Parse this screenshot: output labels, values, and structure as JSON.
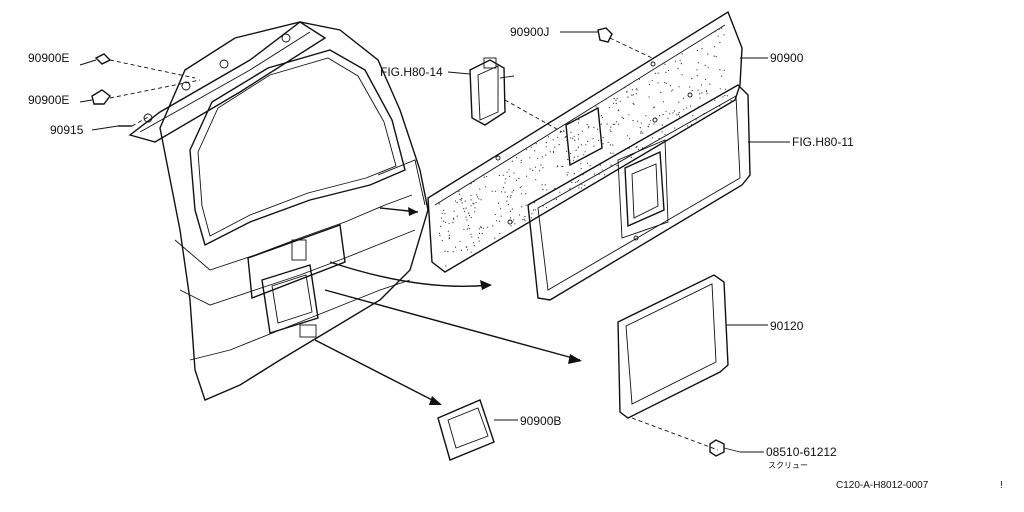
{
  "labels": {
    "clip_e1": "90900E",
    "clip_e2": "90900E",
    "screw_915": "90915",
    "clip_j": "90900J",
    "fig_h80_14": "FIG.H80-14",
    "trim_board": "90900",
    "fig_h80_11": "FIG.H80-11",
    "cover_120": "90120",
    "pad_b": "90900B",
    "screw_part": "08510-61212",
    "screw_jp": "スクリュー"
  },
  "footer": {
    "code": "C120-A-H8012-0007",
    "mark": "!"
  }
}
